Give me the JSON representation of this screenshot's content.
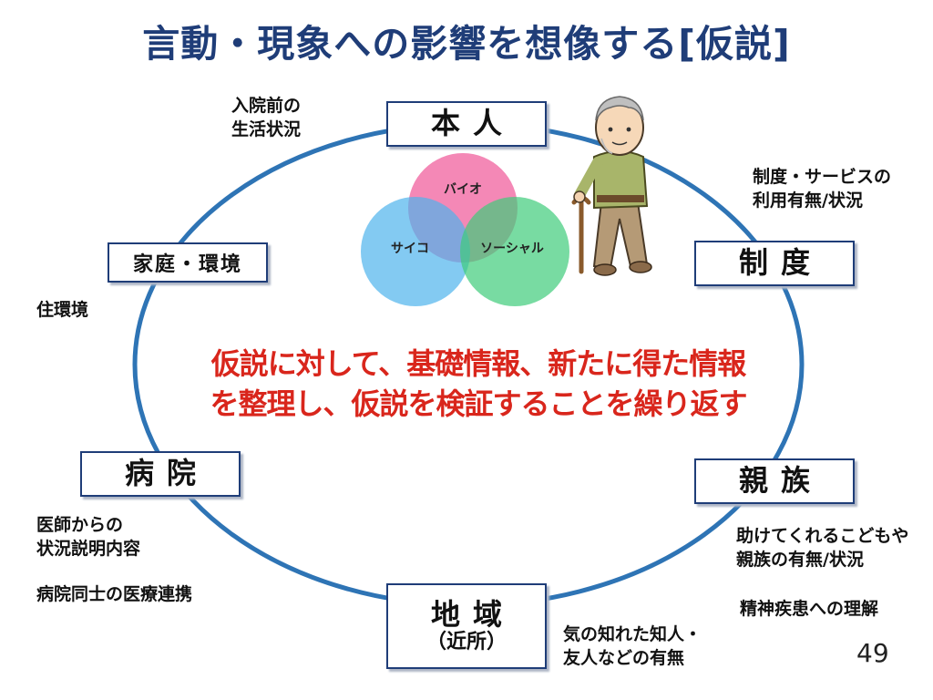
{
  "title": "言動・現象への影響を想像する[仮説]",
  "nodes": {
    "person": "本人",
    "institution": "制度",
    "relatives": "親族",
    "region": "地域",
    "region_sub": "（近所）",
    "hospital": "病院",
    "family": "家庭・環境"
  },
  "notes": {
    "pre_admission_line1": "入院前の",
    "pre_admission_line2": "生活状況",
    "institution_line1": "制度・サービスの",
    "institution_line2": "利用有無/状況",
    "housing": "住環境",
    "doctor_line1": "医師からの",
    "doctor_line2": "状況説明内容",
    "hospital_coop": "病院同士の医療連携",
    "relatives_line1": "助けてくれるこどもや",
    "relatives_line2": "親族の有無/状況",
    "mental_illness": "精神疾患への理解",
    "acquaintance_line1": "気の知れた知人・",
    "acquaintance_line2": "友人などの有無"
  },
  "venn": {
    "bio": "バイオ",
    "psycho": "サイコ",
    "social": "ソーシャル",
    "colors": {
      "bio": "#f0609e",
      "psycho": "#4fb4ec",
      "social": "#3fcc7a"
    }
  },
  "center_message": {
    "line1": "仮説に対して、基礎情報、新たに得た情報",
    "line2": "を整理し、仮説を検証することを繰り返す"
  },
  "page_number": "49",
  "illustration_icon": "elderly-man-with-cane-icon",
  "colors": {
    "title": "#1f3d78",
    "ellipse": "#2e74b5",
    "message": "#d9261c"
  }
}
